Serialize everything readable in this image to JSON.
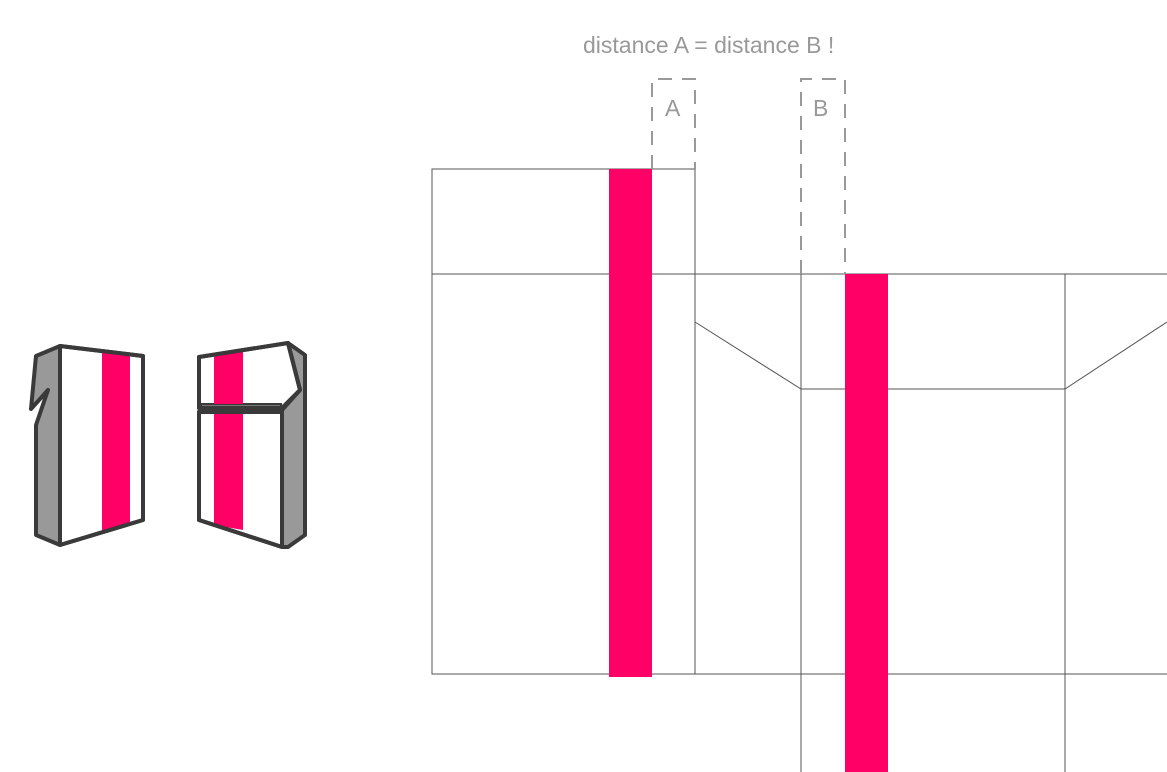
{
  "caption": "distance A = distance B !",
  "labels": {
    "a": "A",
    "b": "B"
  },
  "colors": {
    "stripe": "#ff0066",
    "side_panel": "#999999",
    "outline": "#3a3a3a",
    "fold_line": "#555555",
    "dimension_line": "#999999"
  }
}
